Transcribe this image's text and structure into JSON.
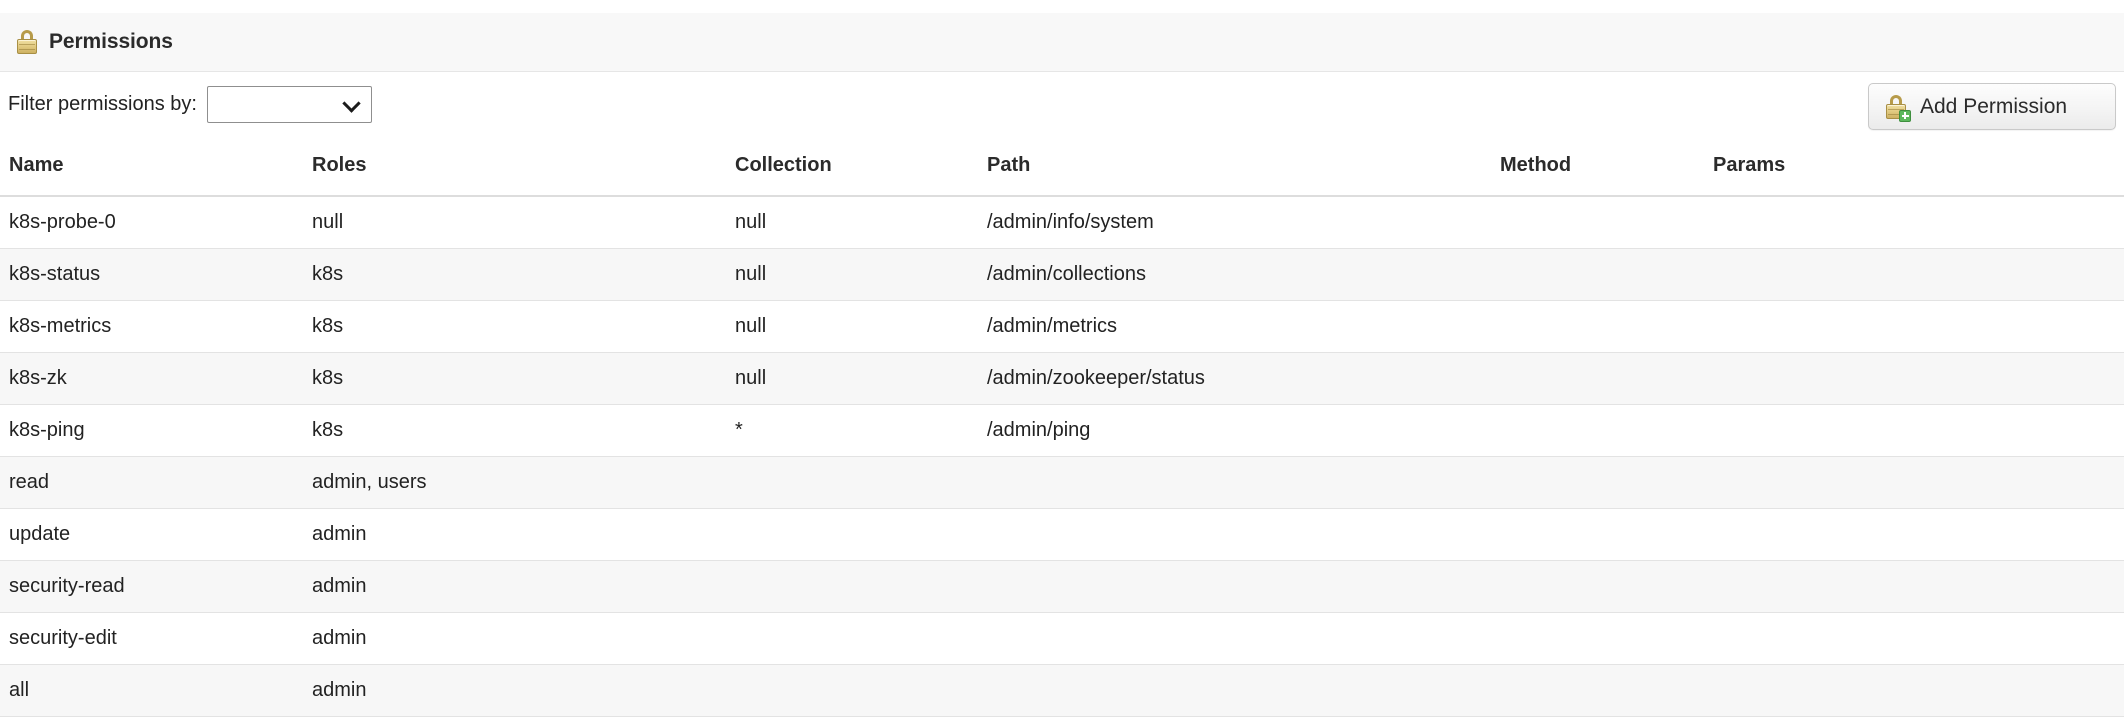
{
  "header": {
    "icon": "lock-icon",
    "title": "Permissions"
  },
  "toolbar": {
    "filter_label": "Filter permissions by:",
    "filter_value": "",
    "filter_placeholder": "",
    "filter_options": [
      ""
    ],
    "dropdown_icon": "chevron-down-icon",
    "add_button_label": "Add Permission",
    "add_button_icon": "lock-add-icon"
  },
  "table": {
    "columns": [
      "Name",
      "Roles",
      "Collection",
      "Path",
      "Method",
      "Params"
    ],
    "rows": [
      {
        "name": "k8s-probe-0",
        "roles": "null",
        "collection": "null",
        "path": "/admin/info/system",
        "method": "",
        "params": ""
      },
      {
        "name": "k8s-status",
        "roles": "k8s",
        "collection": "null",
        "path": "/admin/collections",
        "method": "",
        "params": ""
      },
      {
        "name": "k8s-metrics",
        "roles": "k8s",
        "collection": "null",
        "path": "/admin/metrics",
        "method": "",
        "params": ""
      },
      {
        "name": "k8s-zk",
        "roles": "k8s",
        "collection": "null",
        "path": "/admin/zookeeper/status",
        "method": "",
        "params": ""
      },
      {
        "name": "k8s-ping",
        "roles": "k8s",
        "collection": "*",
        "path": "/admin/ping",
        "method": "",
        "params": ""
      },
      {
        "name": "read",
        "roles": "admin, users",
        "collection": "",
        "path": "",
        "method": "",
        "params": ""
      },
      {
        "name": "update",
        "roles": "admin",
        "collection": "",
        "path": "",
        "method": "",
        "params": ""
      },
      {
        "name": "security-read",
        "roles": "admin",
        "collection": "",
        "path": "",
        "method": "",
        "params": ""
      },
      {
        "name": "security-edit",
        "roles": "admin",
        "collection": "",
        "path": "",
        "method": "",
        "params": ""
      },
      {
        "name": "all",
        "roles": "admin",
        "collection": "",
        "path": "",
        "method": "",
        "params": ""
      }
    ]
  },
  "colors": {
    "header_band": "#f8f8f8",
    "row_alt": "#f7f7f7",
    "border": "#e3e3e3",
    "text": "#222222",
    "lock_gold": "#e3cc84",
    "plus_green": "#5cb85c"
  }
}
